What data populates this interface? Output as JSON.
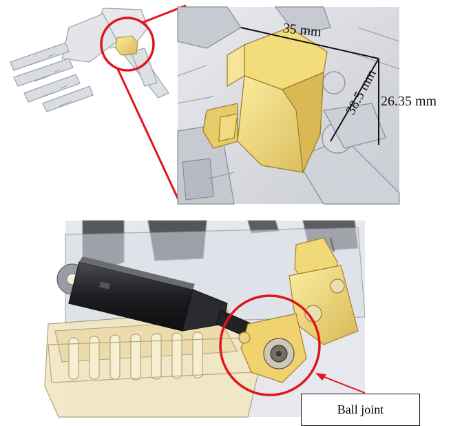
{
  "annotations": {
    "width_label": "35 mm",
    "height_label": "26.35 mm",
    "depth_label": "38.5 mm",
    "callout_label": "Ball joint"
  },
  "colors": {
    "highlight_red": "#e0141c",
    "part_yellow": "#f0d870",
    "part_yellow_dark": "#c9a94a",
    "ghost_gray": "#b9bcc6",
    "actuator_black": "#1e1f22"
  }
}
